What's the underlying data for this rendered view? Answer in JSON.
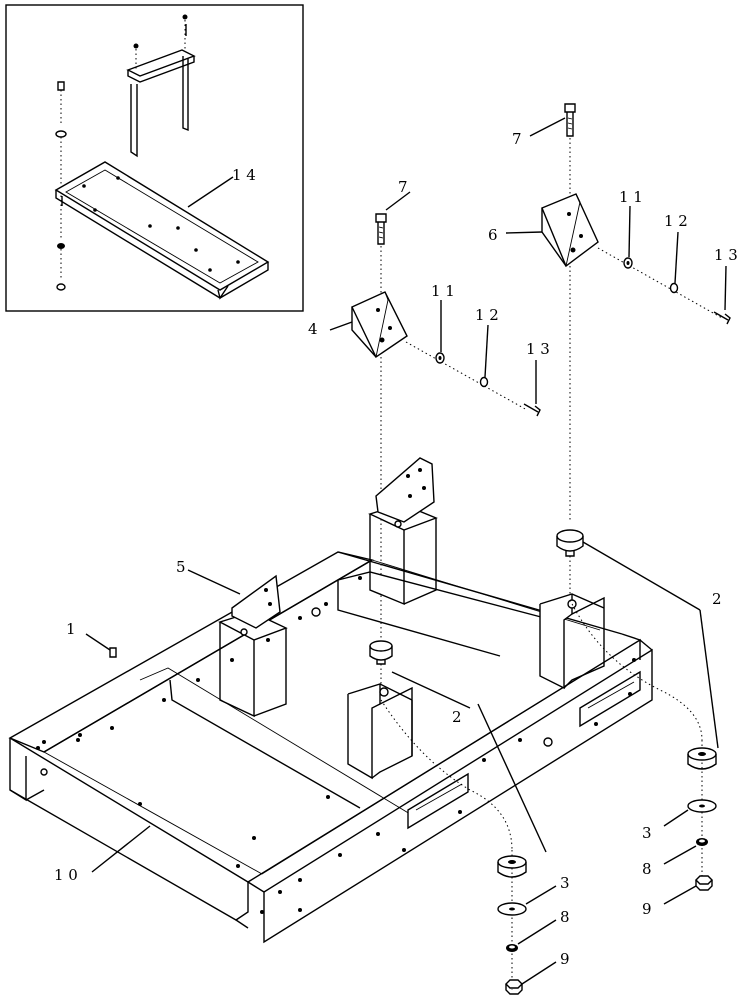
{
  "callouts": {
    "c1": "1",
    "c2a": "2",
    "c2b": "2",
    "c3a": "3",
    "c3b": "3",
    "c4": "4",
    "c5": "5",
    "c6": "6",
    "c7a": "7",
    "c7b": "7",
    "c8a": "8",
    "c8b": "8",
    "c9a": "9",
    "c9b": "9",
    "c10": "1 0",
    "c11a": "1 1",
    "c11b": "1 1",
    "c12a": "1 2",
    "c12b": "1 2",
    "c13a": "1 3",
    "c13b": "1 3",
    "c14": "1 4"
  }
}
